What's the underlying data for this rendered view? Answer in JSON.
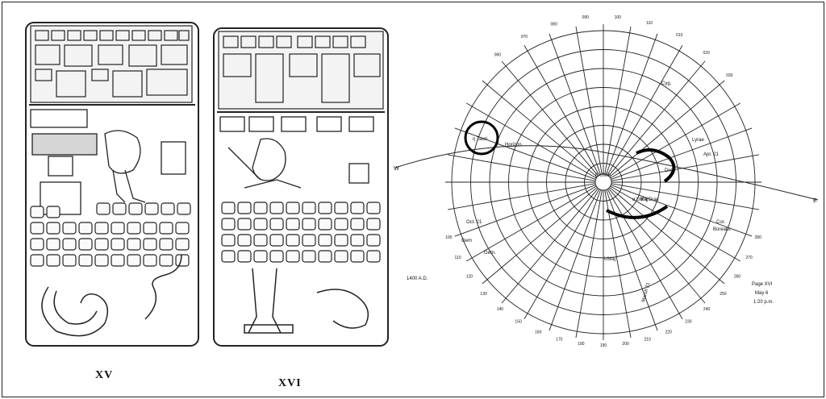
{
  "codex": {
    "page_left_label": "XV",
    "page_right_label": "XVI"
  },
  "star_chart": {
    "era": "1400 A.D.",
    "caption": {
      "line1": "Page XVI",
      "line2": "May 6",
      "line3": "1:20 p.m."
    },
    "directions": {
      "west": "W",
      "east": "E"
    },
    "star_labels": [
      {
        "id": "tauri",
        "text": "η Tauri"
      },
      {
        "id": "horizon",
        "text": "Horizon"
      },
      {
        "id": "cyg",
        "text": "Cyg."
      },
      {
        "id": "lyrae",
        "text": "Lyrae"
      },
      {
        "id": "lyr-date",
        "text": "Apr. 21"
      },
      {
        "id": "drac1",
        "text": "Drac"
      },
      {
        "id": "drac2",
        "text": "θ η Drac"
      },
      {
        "id": "umin",
        "text": "β UMin"
      },
      {
        "id": "ursa",
        "text": "α UMaj"
      },
      {
        "id": "umaj",
        "text": "UMaj"
      },
      {
        "id": "gem1",
        "text": "Gem"
      },
      {
        "id": "gem2",
        "text": "Gem."
      },
      {
        "id": "oct",
        "text": "Oct. 21"
      },
      {
        "id": "cor",
        "text": "Cor."
      },
      {
        "id": "borealis",
        "text": "Borealis"
      },
      {
        "id": "march",
        "text": "March 21"
      }
    ],
    "bottom_ticks": [
      "100",
      "110",
      "120",
      "130",
      "140",
      "150",
      "160",
      "170",
      "180",
      "190",
      "200",
      "210",
      "220",
      "230",
      "240",
      "250",
      "260",
      "270",
      "280"
    ],
    "top_ticks": [
      "060",
      "070",
      "080",
      "090",
      "100",
      "110",
      "010",
      "020",
      "030"
    ]
  }
}
